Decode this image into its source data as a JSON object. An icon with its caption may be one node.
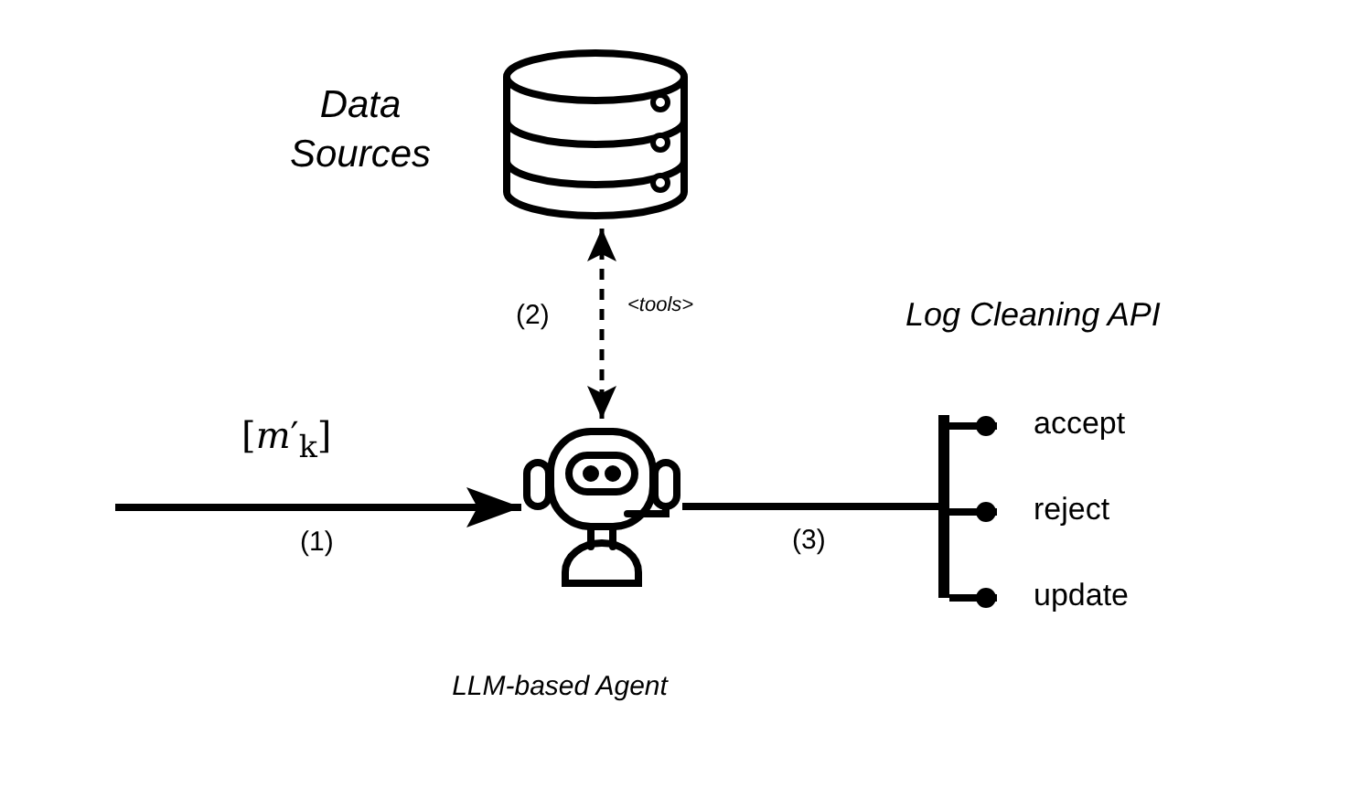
{
  "diagram": {
    "nodes": [
      {
        "text": [],
        "shape": "cylinder",
        "beside": [
          "Data Sources"
        ]
      },
      {
        "text": [],
        "shape": "picture",
        "beside": [
          "LLM-based Agent"
        ]
      },
      {
        "text": [],
        "shape": "bar",
        "beside": [
          "Log Cleaning API"
        ]
      },
      {
        "text": [
          "accept"
        ]
      },
      {
        "text": [
          "reject"
        ]
      },
      {
        "text": [
          "update"
        ]
      }
    ],
    "edges": [
      {
        "from": null,
        "to": 1,
        "arrow": "to",
        "label": "(1)"
      },
      {
        "from": 0,
        "to": 1,
        "arrow": "both",
        "style": "dashed",
        "label": "<tools>"
      },
      {
        "from": 1,
        "to": 2,
        "arrow": "none",
        "label": "(3)"
      },
      {
        "from": 2,
        "to": 3,
        "arrow": "other"
      },
      {
        "from": 2,
        "to": 4,
        "arrow": "other"
      },
      {
        "from": 2,
        "to": 5,
        "arrow": "other"
      }
    ],
    "labels": [
      "[*m*′$_{k}$]",
      "(2)"
    ]
  }
}
